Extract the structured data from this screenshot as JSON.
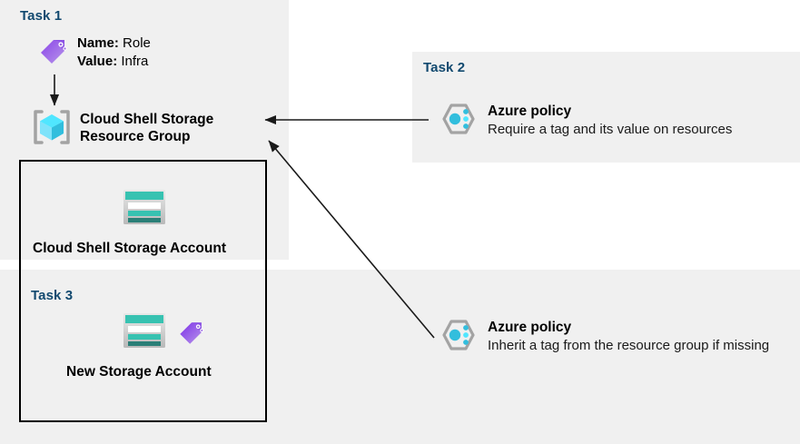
{
  "diagram": {
    "title": "Azure resource tagging and policy diagram",
    "colors": {
      "panel_background": "#f0f0f0",
      "canvas_background": "#ffffff",
      "task_label": "#12496f",
      "tag_purple": "#7c3fe0",
      "tag_purple_light": "#b18ce8",
      "cube_cyan": "#50e6ff",
      "cube_cyan_dark": "#32bedd",
      "bracket_gray": "#a3a3a3",
      "storage_teal": "#37c2b1",
      "storage_teal_dark": "#2a7f77",
      "policy_blue": "#32bedd",
      "policy_blue_dark": "#0e9bd6",
      "hex_gray": "#a3a3a3",
      "arrow_black": "#1a1a1a",
      "box_border": "#000000"
    }
  },
  "task1": {
    "label": "Task 1",
    "tag_icon": "tag-icon",
    "tag_name_key": "Name:",
    "tag_name_value": "Role",
    "tag_value_key": "Value:",
    "tag_value_value": "Infra",
    "arrow": "down-arrow",
    "resource_group_icon": "resource-group-icon",
    "resource_group_title_line1": "Cloud Shell Storage",
    "resource_group_title_line2": "Resource Group"
  },
  "task2": {
    "label": "Task 2",
    "policy_icon": "azure-policy-icon",
    "policy_title": "Azure policy",
    "policy_description": "Require a tag and its value on resources",
    "arrow": "left-arrow-to-resource-group"
  },
  "task3": {
    "label": "Task 3",
    "storage_icon": "storage-account-icon",
    "tag_icon": "tag-icon",
    "storage_title": "New Storage Account"
  },
  "existing_storage": {
    "storage_icon": "storage-account-icon",
    "storage_title": "Cloud Shell Storage Account"
  },
  "inherit_policy": {
    "policy_icon": "azure-policy-icon",
    "policy_title": "Azure policy",
    "policy_description": "Inherit a tag from the resource group if missing",
    "arrow": "diagonal-arrow-to-resource-group"
  }
}
